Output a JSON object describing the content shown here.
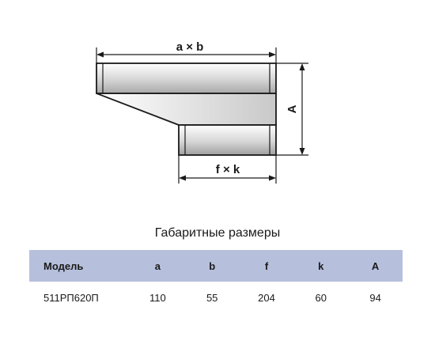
{
  "diagram": {
    "top_dimension": "a × b",
    "bottom_dimension": "f × k",
    "side_dimension": "A"
  },
  "table": {
    "title": "Габаритные размеры",
    "headers": [
      "Модель",
      "a",
      "b",
      "f",
      "k",
      "A"
    ],
    "rows": [
      [
        "511РП620П",
        "110",
        "55",
        "204",
        "60",
        "94"
      ]
    ],
    "header_color": "#b6bfdc"
  }
}
